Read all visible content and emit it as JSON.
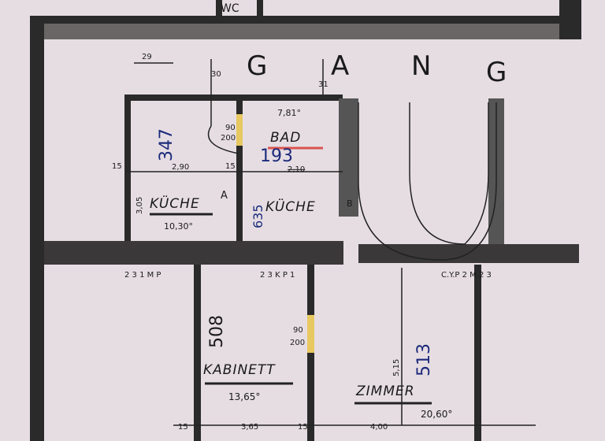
{
  "corridor": {
    "letters": [
      "G",
      "A",
      "N",
      "G"
    ]
  },
  "top_room": "WC",
  "markers": {
    "m29": "29",
    "m30": "30",
    "m31": "31",
    "a": "A",
    "b": "B"
  },
  "rooms": {
    "bad": {
      "name": "BAD",
      "area": "7,81°",
      "width_crossed": "2,10",
      "handwritten": "193"
    },
    "kueche_left": {
      "name": "KÜCHE",
      "area": "10,30°",
      "width": "2,90",
      "height": "3,05",
      "handwritten": "347"
    },
    "kueche_right": {
      "name": "KÜCHE",
      "handwritten": "635"
    },
    "kabinett": {
      "name": "KABINETT",
      "area": "13,65°",
      "width": "3,65",
      "handwritten": "508"
    },
    "zimmer": {
      "name": "ZIMMER",
      "area": "20,60°",
      "width": "4,00",
      "height": "5,15",
      "handwritten": "513"
    }
  },
  "door_labels": {
    "d1_top": "90",
    "d1_bottom": "200",
    "d2_top": "90",
    "d2_bottom": "200"
  },
  "wall_thickness": [
    "15",
    "15",
    "15",
    "15"
  ],
  "chimneys": {
    "c1": "2 3 1 M P",
    "c2": "2 3 K P 1",
    "c3": "C.Y.P 2 M 2 3"
  },
  "colors": {
    "wall": "#2a2a2a",
    "paper": "#e6dde3",
    "ink_blue": "#1b2a7a",
    "highlight_red": "#d9534f",
    "door_yellow": "#e8c860"
  }
}
